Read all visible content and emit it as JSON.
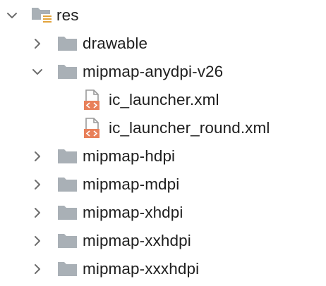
{
  "tree": {
    "root": {
      "label": "res",
      "expanded": true,
      "icon": "resource-folder-icon"
    },
    "items": [
      {
        "label": "drawable",
        "type": "folder",
        "expanded": false
      },
      {
        "label": "mipmap-anydpi-v26",
        "type": "folder",
        "expanded": true,
        "children": [
          {
            "label": "ic_launcher.xml",
            "type": "xml-file"
          },
          {
            "label": "ic_launcher_round.xml",
            "type": "xml-file"
          }
        ]
      },
      {
        "label": "mipmap-hdpi",
        "type": "folder",
        "expanded": false
      },
      {
        "label": "mipmap-mdpi",
        "type": "folder",
        "expanded": false
      },
      {
        "label": "mipmap-xhdpi",
        "type": "folder",
        "expanded": false
      },
      {
        "label": "mipmap-xxhdpi",
        "type": "folder",
        "expanded": false
      },
      {
        "label": "mipmap-xxxhdpi",
        "type": "folder",
        "expanded": false
      }
    ]
  },
  "colors": {
    "folder": "#a9b0b6",
    "arrow": "#6e6e6e",
    "xml_badge": "#e8805a",
    "resource_lines": "#e2a33b"
  }
}
